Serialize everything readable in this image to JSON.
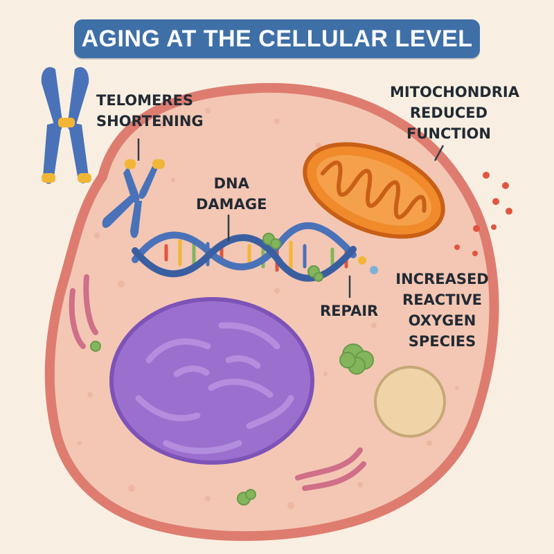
{
  "title": "AGING AT THE CELLULAR LEVEL",
  "labels": {
    "telomeres": [
      "TELOMERES",
      "SHORTENING"
    ],
    "dna_damage": [
      "DNA",
      "DAMAGE"
    ],
    "mitochondria": [
      "MITOCHONDRIA",
      "REDUCED",
      "FUNCTION"
    ],
    "repair": "REPAIR",
    "ros": [
      "INCREASED",
      "REACTIVE",
      "OXYGEN",
      "SPECIES"
    ]
  },
  "icons": [
    "chromosome-icon",
    "chromosome-icon",
    "mitochondrion-icon",
    "dna-helix-icon",
    "nucleus-icon",
    "vacuole-icon",
    "golgi-icon",
    "ros-particles-icon",
    "repair-protein-icon"
  ],
  "colors": {
    "background": "#f8efe2",
    "title_banner": "#3f6fa7",
    "cell_fill": "#f3c7b4",
    "cell_membrane": "#de7c70",
    "nucleus": "#9b6fce",
    "chromosome": "#4a72b8",
    "telomere_cap": "#f2b636",
    "mitochondrion": "#f08a2a",
    "dna_backbone": "#4a72b8",
    "ros": "#e0553f",
    "repair_protein": "#82b55c"
  }
}
